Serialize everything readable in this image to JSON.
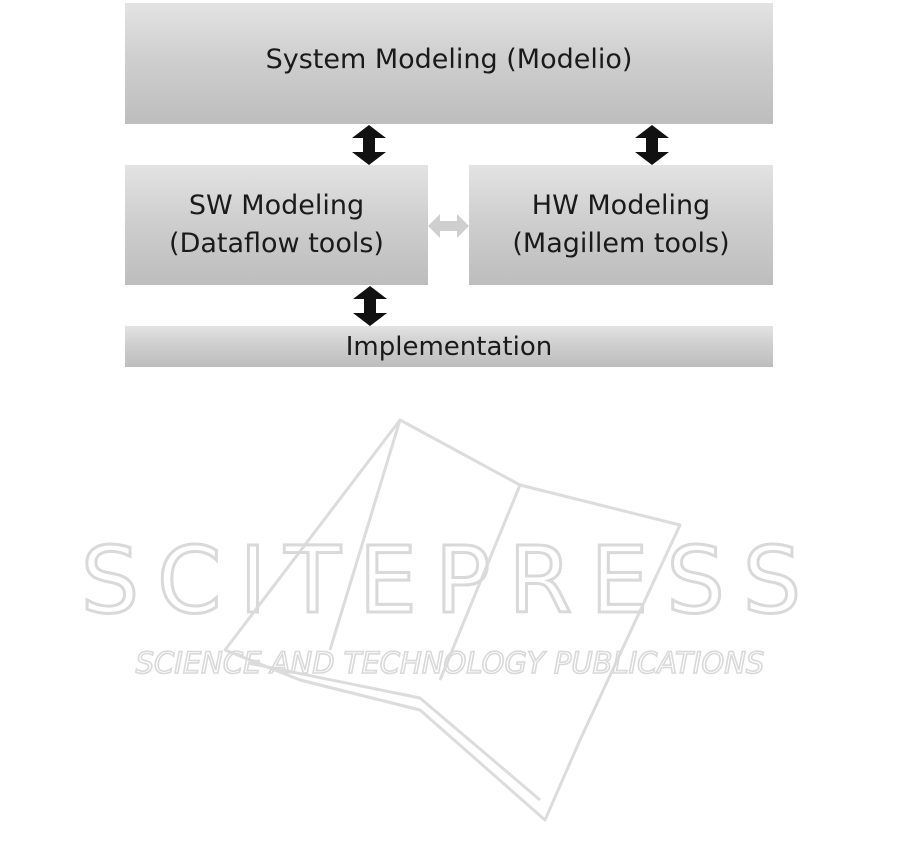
{
  "diagram": {
    "system_box": "System Modeling (Modelio)",
    "sw_box": {
      "line1": "SW Modeling",
      "line2": "(Dataflow tools)"
    },
    "hw_box": {
      "line1": "HW Modeling",
      "line2": "(Magillem tools)"
    },
    "implementation_box": "Implementation"
  },
  "watermark": {
    "main": "SCITEPRESS",
    "sub": "SCIENCE AND TECHNOLOGY PUBLICATIONS"
  },
  "colors": {
    "box_top": "#e3e3e3",
    "box_bottom": "#bdbdbd",
    "arrow_dark": "#111111",
    "arrow_light": "#cfcfcf",
    "watermark": "#d9d9d9"
  }
}
